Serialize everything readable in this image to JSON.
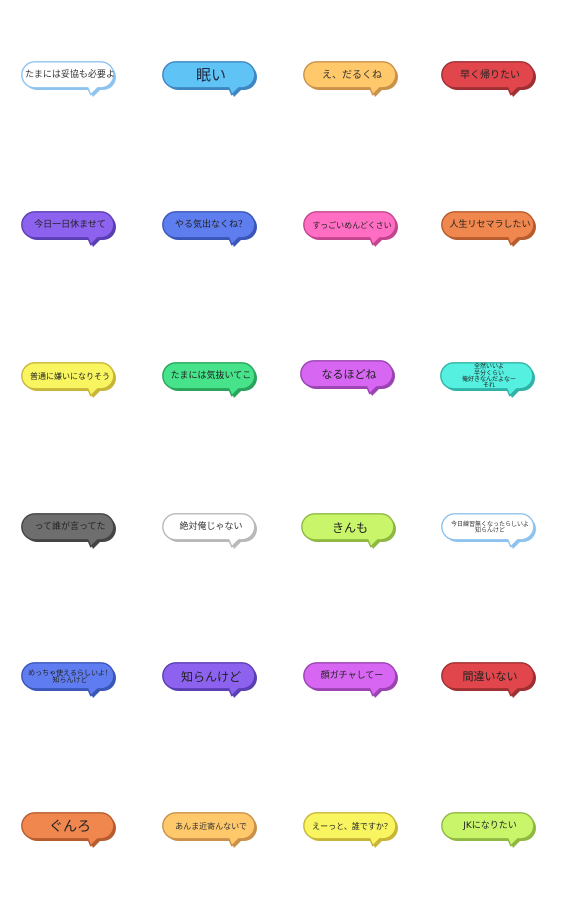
{
  "stickers": [
    {
      "text": "たまには妥協も必要よ",
      "fill": "#ffffff",
      "outline": "#8fc3ef",
      "text_color": "#333333"
    },
    {
      "text": "眠い",
      "fill": "#5fc3f5",
      "outline": "#3e86c2",
      "text_color": "#1f2a44"
    },
    {
      "text": "え、だるくね",
      "fill": "#ffc86a",
      "outline": "#c9914a",
      "text_color": "#333333"
    },
    {
      "text": "早く帰りたい",
      "fill": "#e0464b",
      "outline": "#9e2f33",
      "text_color": "#222222"
    },
    {
      "text": "今日一日休ませて",
      "fill": "#8d62ef",
      "outline": "#5a3fb3",
      "text_color": "#222222"
    },
    {
      "text": "やる気出なくね？",
      "fill": "#5e7ef0",
      "outline": "#3a56b8",
      "text_color": "#222222"
    },
    {
      "text": "すっごいめんどくさい",
      "fill": "#ff6ec2",
      "outline": "#c2458f",
      "text_color": "#222222"
    },
    {
      "text": "人生リセマラしたい",
      "fill": "#f0874e",
      "outline": "#b65c2f",
      "text_color": "#222222"
    },
    {
      "text": "普通に嫌いになりそう",
      "fill": "#f8f560",
      "outline": "#c9b538",
      "text_color": "#222222"
    },
    {
      "text": "たまには気抜いてこ",
      "fill": "#46e38a",
      "outline": "#2aa35d",
      "text_color": "#222222"
    },
    {
      "text": "なるほどね",
      "fill": "#d766f2",
      "outline": "#9a43b1",
      "text_color": "#222222"
    },
    {
      "text": "全然いいよ\n半分くらい\n俺好きなんだよなー\nそれ",
      "fill": "#55f0e0",
      "outline": "#2fb3a6",
      "text_color": "#222222"
    },
    {
      "text": "って誰が言ってた",
      "fill": "#6e6e6e",
      "outline": "#444444",
      "text_color": "#222222"
    },
    {
      "text": "絶対俺じゃない",
      "fill": "#ffffff",
      "outline": "#b8b8b8",
      "text_color": "#333333"
    },
    {
      "text": "きんも",
      "fill": "#c9f56a",
      "outline": "#8fb843",
      "text_color": "#222222"
    },
    {
      "text": "今日練習無くなったらしいよ\n知らんけど",
      "fill": "#ffffff",
      "outline": "#8fc3ef",
      "text_color": "#333333"
    },
    {
      "text": "めっちゃ使えるらしいよ！\n知らんけど",
      "fill": "#5f7df0",
      "outline": "#3a56b8",
      "text_color": "#222222"
    },
    {
      "text": "知らんけど",
      "fill": "#8d62ef",
      "outline": "#5a3fb3",
      "text_color": "#222222"
    },
    {
      "text": "顔ガチャしてー",
      "fill": "#d766f2",
      "outline": "#9a43b1",
      "text_color": "#222222"
    },
    {
      "text": "間違いない",
      "fill": "#e0464b",
      "outline": "#9e2f33",
      "text_color": "#222222"
    },
    {
      "text": "ぐんろ",
      "fill": "#f0874e",
      "outline": "#b65c2f",
      "text_color": "#222222"
    },
    {
      "text": "あんま近寄んないで",
      "fill": "#ffc86a",
      "outline": "#c9914a",
      "text_color": "#333333"
    },
    {
      "text": "えーっと、誰ですか？",
      "fill": "#f8f560",
      "outline": "#c9b538",
      "text_color": "#222222"
    },
    {
      "text": "JKになりたい",
      "fill": "#c9f56a",
      "outline": "#8fb843",
      "text_color": "#222222"
    }
  ]
}
